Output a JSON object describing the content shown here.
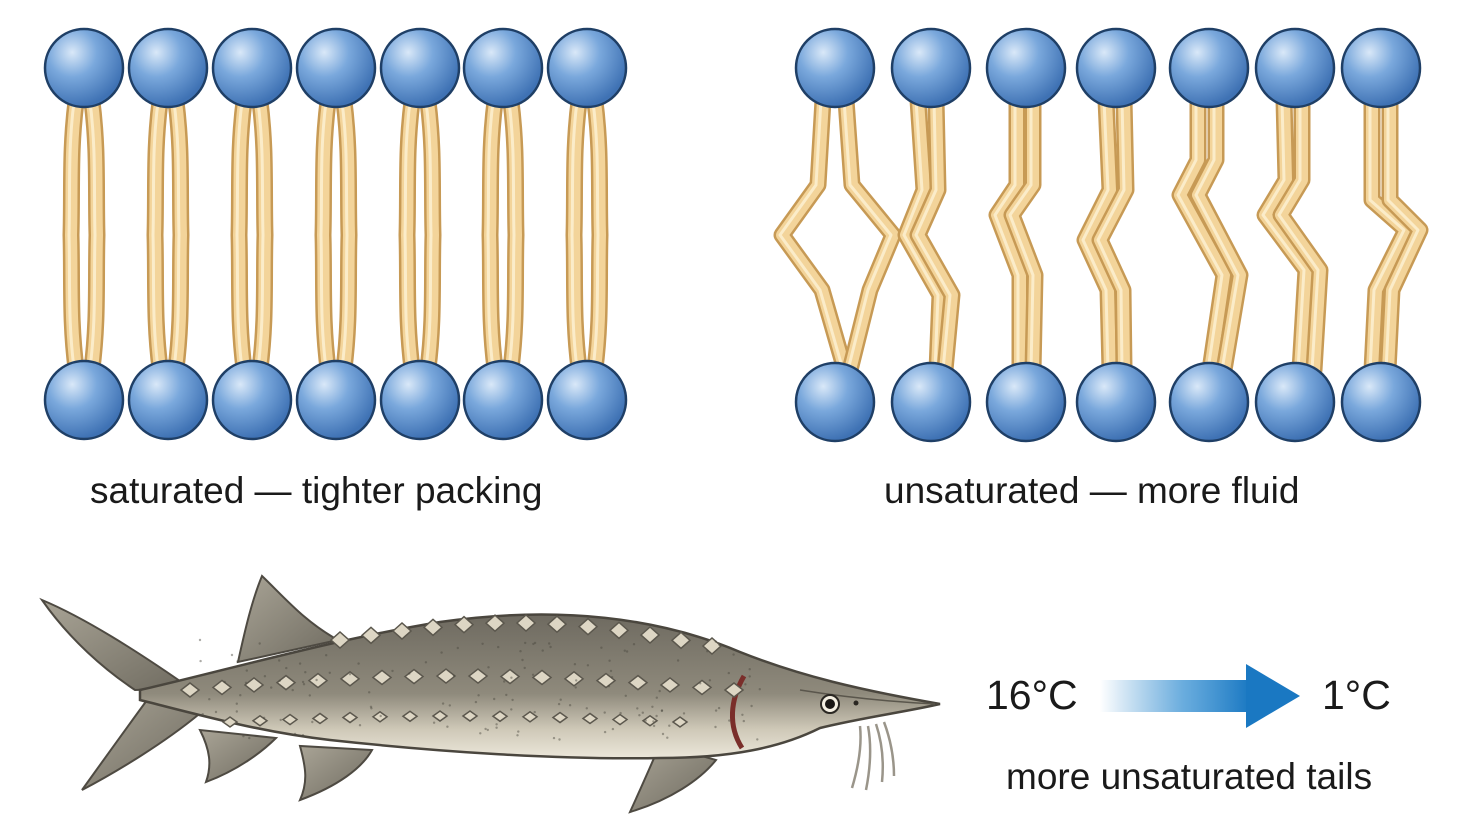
{
  "labels": {
    "saturated": "saturated — tighter packing",
    "unsaturated": "unsaturated — more fluid",
    "temp_start": "16°C",
    "temp_end": "1°C",
    "note": "more unsaturated tails"
  },
  "colors": {
    "head_fill": "#6f9fd6",
    "head_stroke": "#1f3f66",
    "tail_fill": "#f3d49a",
    "tail_stroke": "#c79a55",
    "arrow": "#1f7fc8",
    "fish_body": "#8a8578",
    "fish_belly": "#e9e4d6",
    "text": "#1a1a1a"
  },
  "icons": {
    "fish": "sturgeon-illustration",
    "arrow": "gradient-right-arrow"
  }
}
